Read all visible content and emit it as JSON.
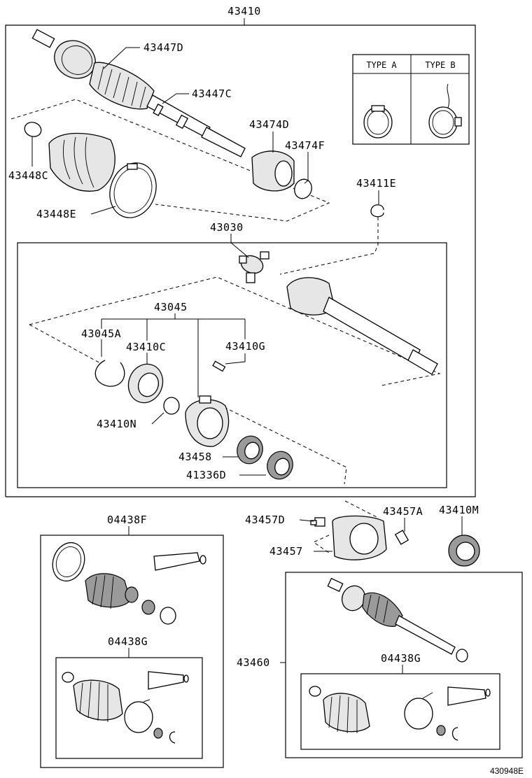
{
  "labels": {
    "p43410": "43410",
    "p43447D": "43447D",
    "p43447C": "43447C",
    "p43474D": "43474D",
    "p43474F": "43474F",
    "p43448C": "43448C",
    "p43448E": "43448E",
    "p43411E": "43411E",
    "p43030": "43030",
    "p43045": "43045",
    "p43045A": "43045A",
    "p43410C": "43410C",
    "p43410G": "43410G",
    "p43410N": "43410N",
    "p43458": "43458",
    "p41336D": "41336D",
    "p04438F": "04438F",
    "p04438G_left": "04438G",
    "p43457D": "43457D",
    "p43457A": "43457A",
    "p43410M": "43410M",
    "p43457": "43457",
    "p43460": "43460",
    "p04438G_right": "04438G"
  },
  "legend": {
    "type_a": "TYPE A",
    "type_b": "TYPE B"
  },
  "figure_ref": "430948E"
}
